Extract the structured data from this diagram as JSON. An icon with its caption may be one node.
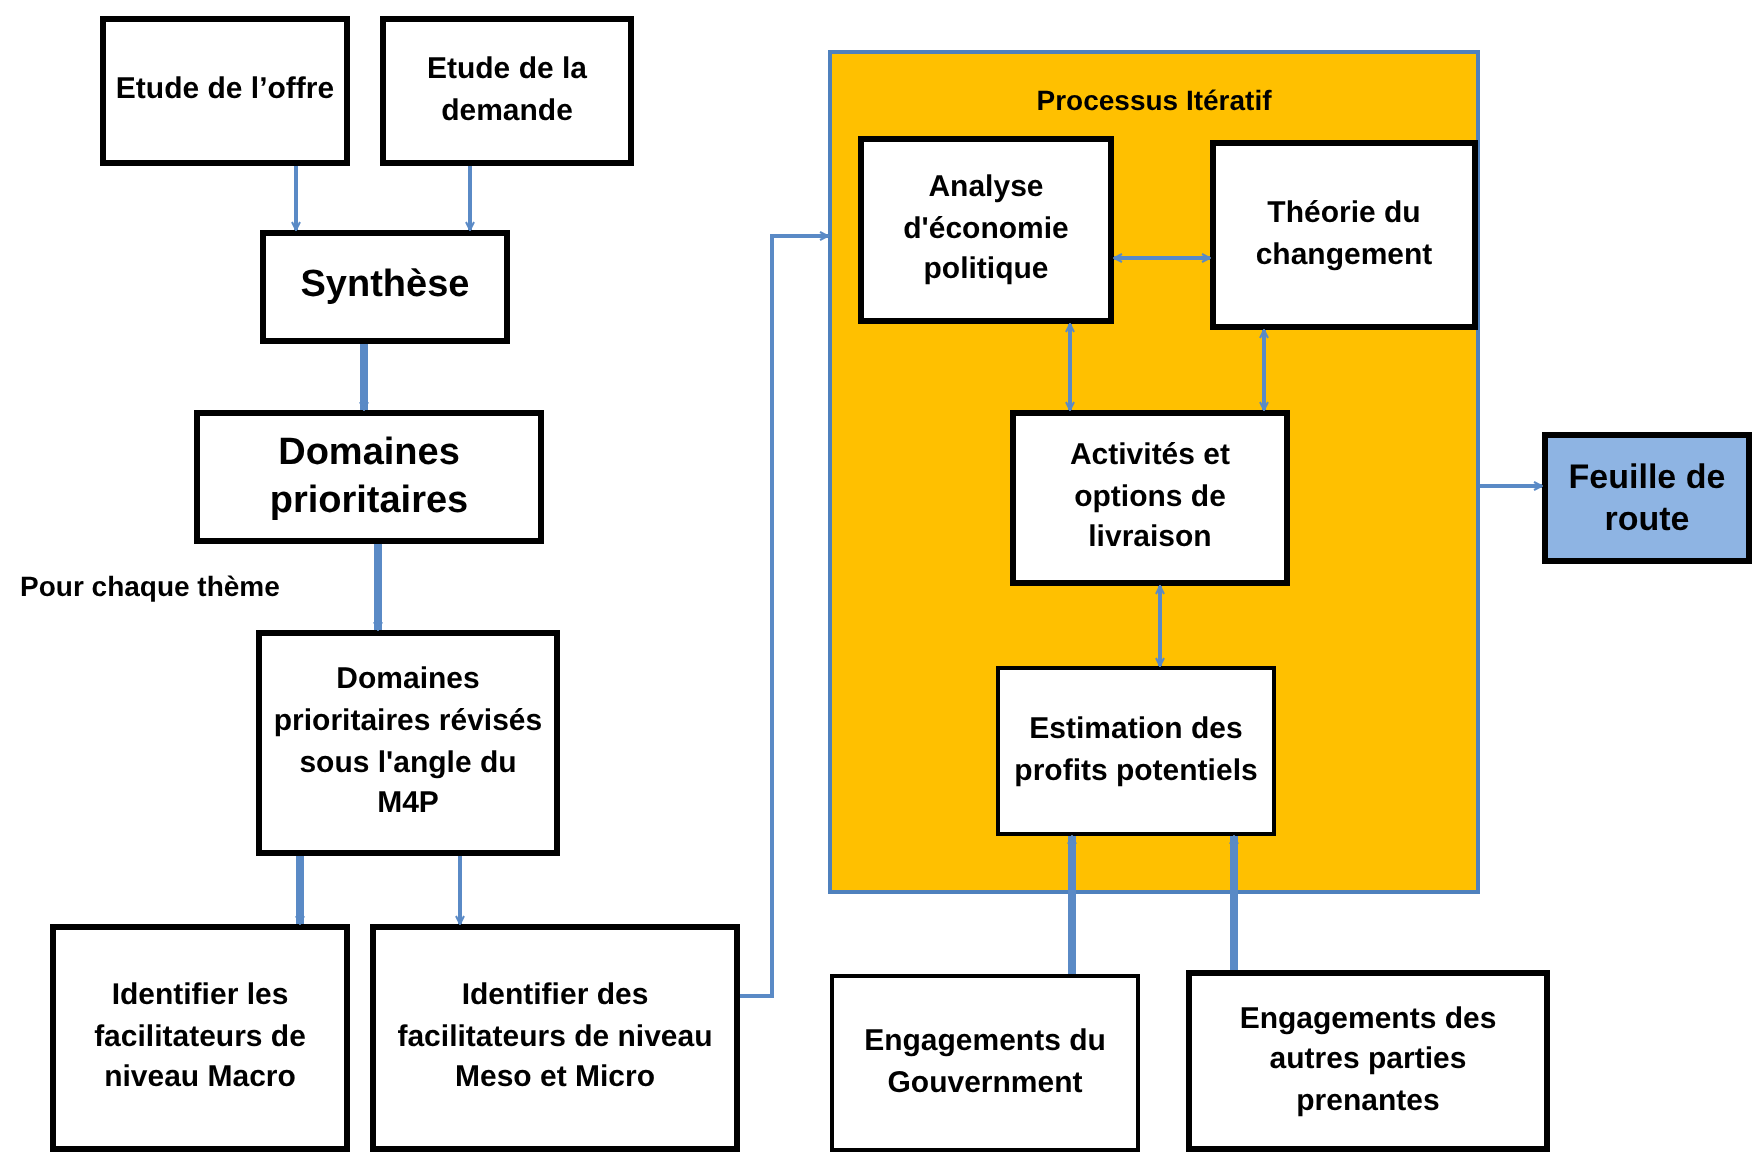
{
  "diagram": {
    "nodes": [
      {
        "text": [
          "Etude de l’offre"
        ]
      },
      {
        "text": [
          "Etude de la demande"
        ]
      },
      {
        "text": [
          "Synthèse"
        ]
      },
      {
        "text": [
          "Domaines prioritaires"
        ]
      },
      {
        "text": [
          "Domaines prioritaires révisés sous l'angle du M4P"
        ]
      },
      {
        "text": [
          "Identifier les facilitateurs de niveau Macro"
        ]
      },
      {
        "text": [
          "Identifier des facilitateurs de niveau Meso et Micro"
        ]
      },
      {
        "text": [
          "Processus Itératif"
        ]
      },
      {
        "text": [
          "Analyse d'économie politique"
        ],
        "in": 7
      },
      {
        "text": [
          "Théorie du changement"
        ],
        "in": 7
      },
      {
        "text": [
          "Activités et options de livraison"
        ],
        "in": 7
      },
      {
        "text": [
          "Estimation des profits potentiels"
        ],
        "in": 7
      },
      {
        "text": [
          "Feuille de route"
        ]
      },
      {
        "text": [
          "Engagements du Gouvernment"
        ]
      },
      {
        "text": [
          "Engagements des autres parties prenantes"
        ]
      }
    ],
    "edges": [
      {
        "from": 0,
        "to": 2,
        "arrow": "to"
      },
      {
        "from": 1,
        "to": 2,
        "arrow": "to"
      },
      {
        "from": 2,
        "to": 3,
        "arrow": "to",
        "style": "thick"
      },
      {
        "from": 3,
        "to": 4,
        "arrow": "to",
        "style": "thick",
        "label": "Pour chaque thème"
      },
      {
        "from": 4,
        "to": 5,
        "arrow": "to",
        "style": "thick"
      },
      {
        "from": 4,
        "to": 6,
        "arrow": "to"
      },
      {
        "from": 6,
        "to": 7,
        "arrow": "to"
      },
      {
        "from": 8,
        "to": 9,
        "arrow": "both"
      },
      {
        "from": 8,
        "to": 10,
        "arrow": "both"
      },
      {
        "from": 9,
        "to": 10,
        "arrow": "both"
      },
      {
        "from": 10,
        "to": 11,
        "arrow": "both"
      },
      {
        "from": 13,
        "to": 11,
        "arrow": "to",
        "style": "thick"
      },
      {
        "from": 14,
        "to": 11,
        "arrow": "to",
        "style": "thick"
      },
      {
        "from": 7,
        "to": 12,
        "arrow": "to"
      }
    ]
  }
}
